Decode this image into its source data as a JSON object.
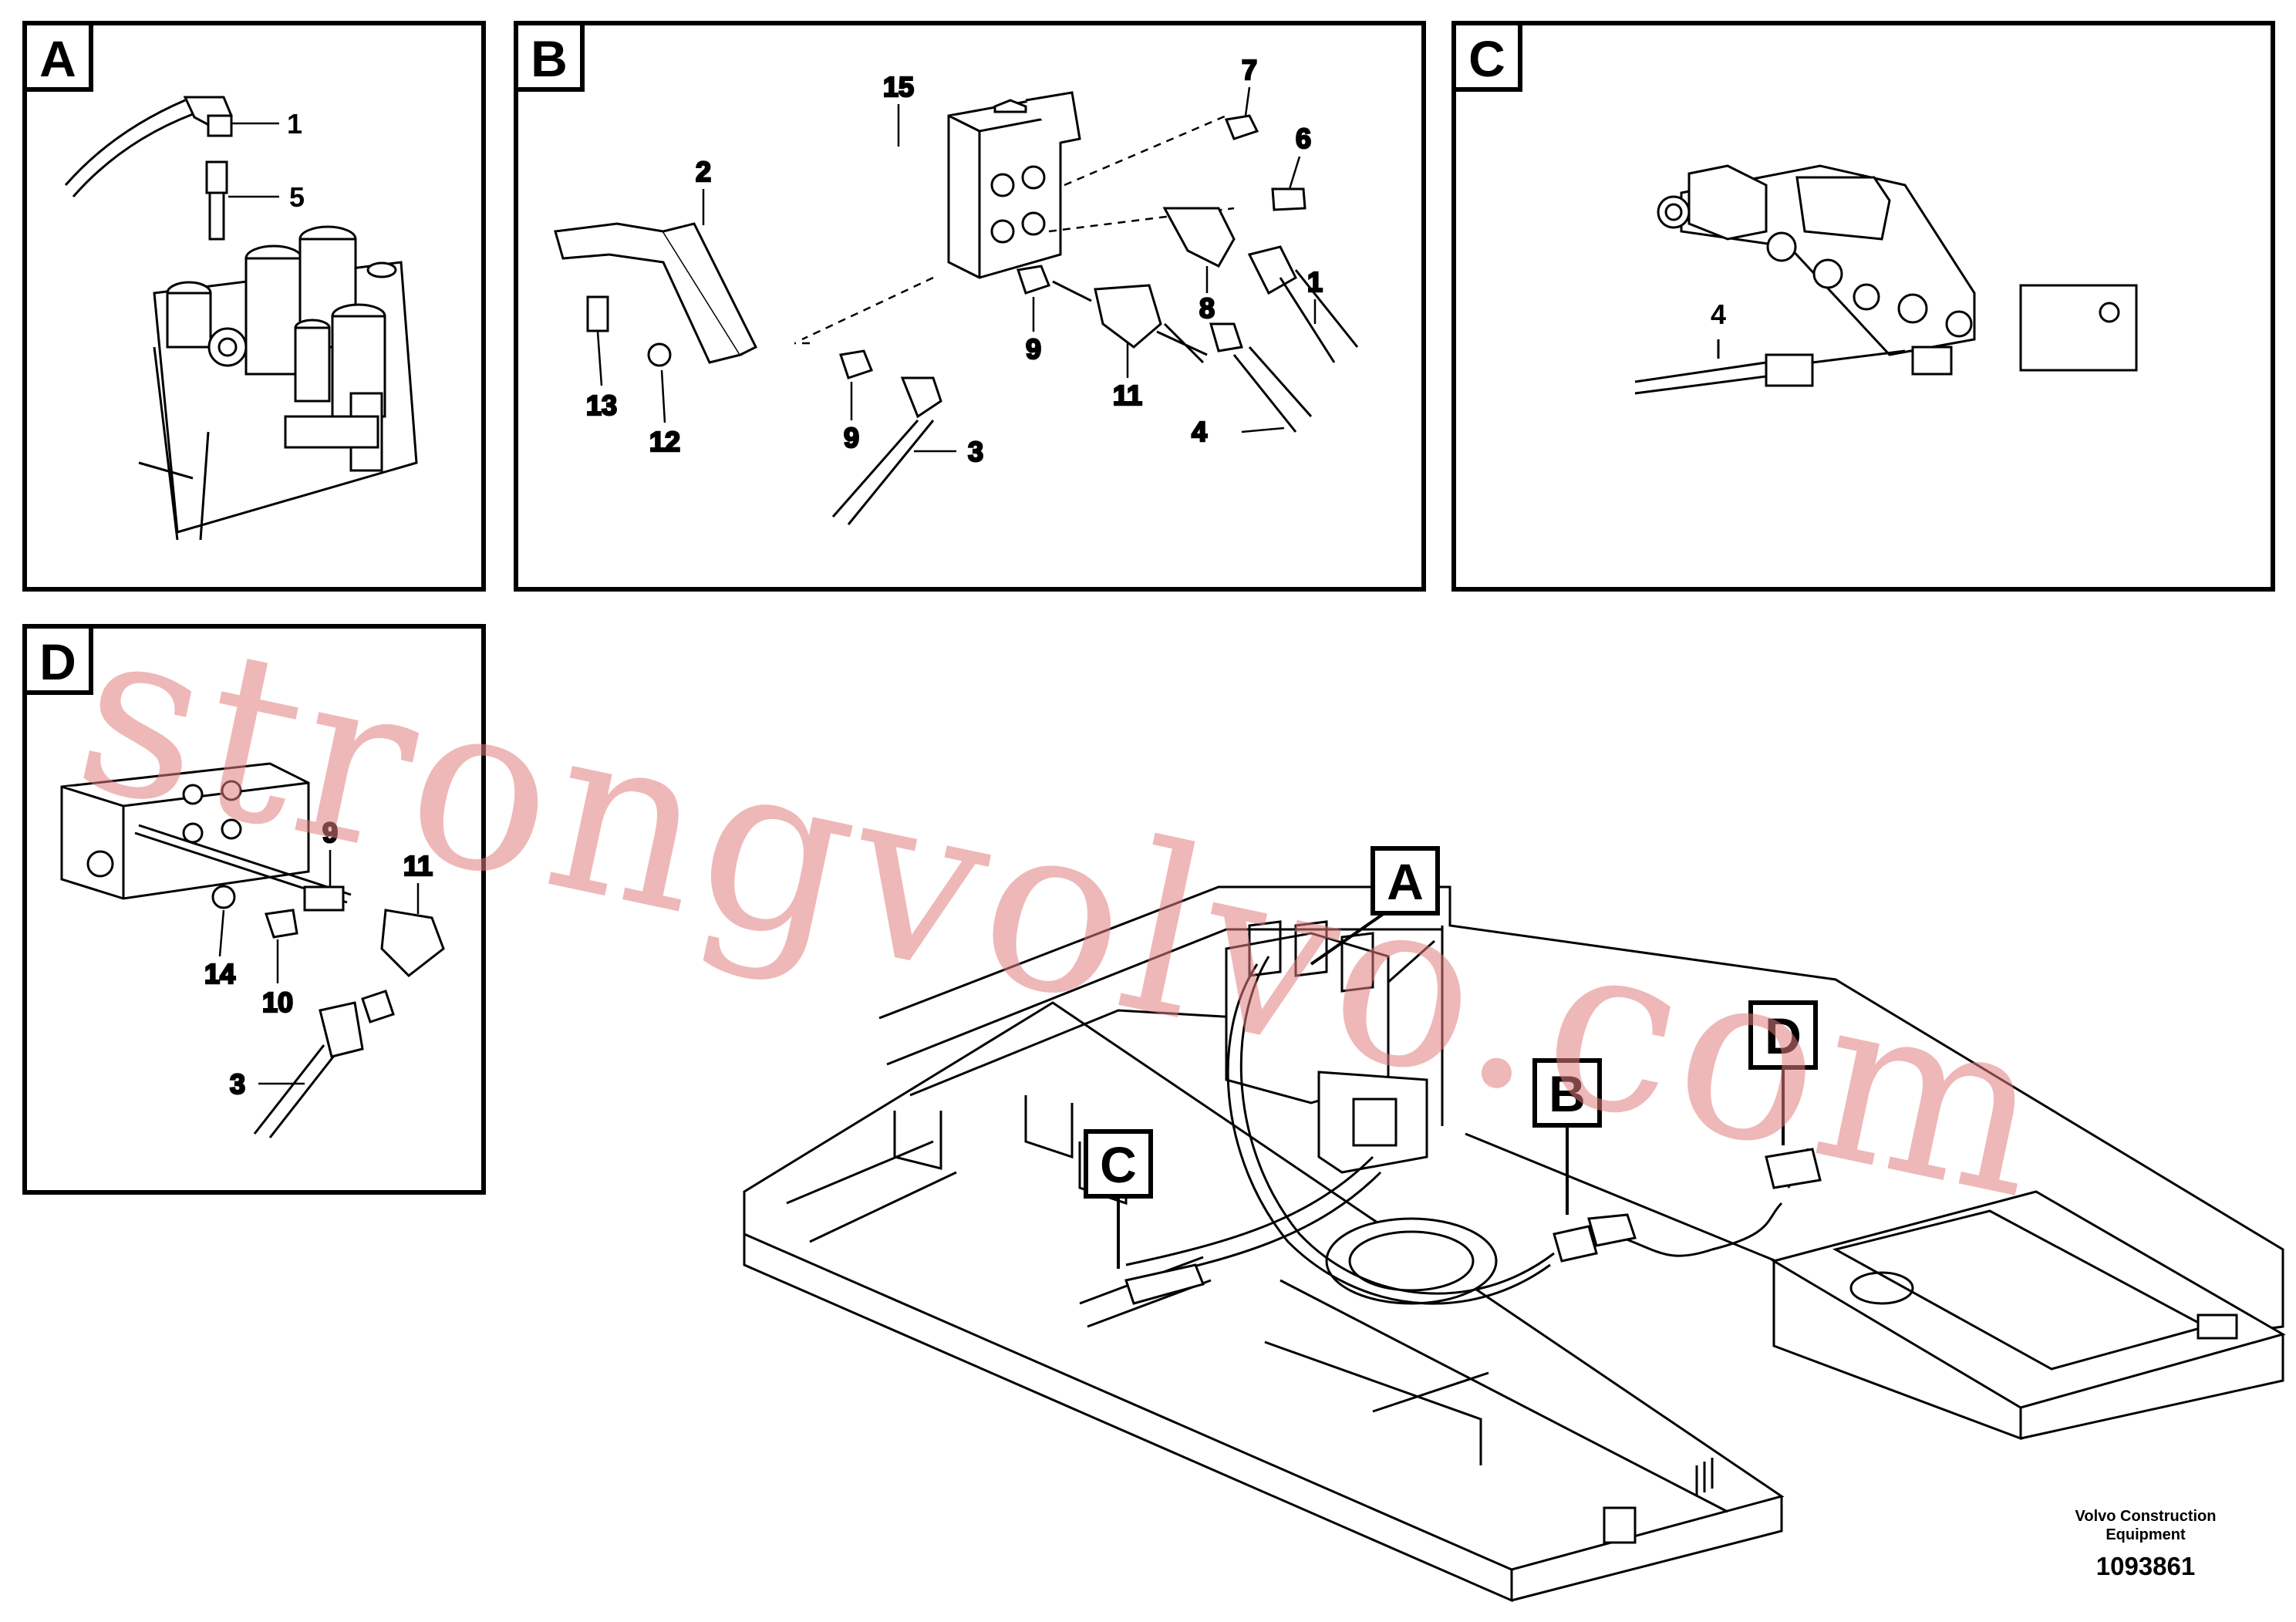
{
  "panels": [
    {
      "id": "A",
      "tag": "A"
    },
    {
      "id": "B",
      "tag": "B"
    },
    {
      "id": "C",
      "tag": "C"
    },
    {
      "id": "D",
      "tag": "D"
    }
  ],
  "callouts": {
    "A": [
      "1",
      "5"
    ],
    "B": [
      "15",
      "7",
      "6",
      "2",
      "1",
      "8",
      "9",
      "11",
      "13",
      "12",
      "9",
      "3",
      "4"
    ],
    "C": [
      "4"
    ],
    "D": [
      "9",
      "11",
      "14",
      "10",
      "3"
    ]
  },
  "main_tags": [
    "A",
    "B",
    "C",
    "D"
  ],
  "watermark": "strongvolvo.com",
  "footer": {
    "company_line1": "Volvo Construction",
    "company_line2": "Equipment",
    "drawing_id": "1093861"
  },
  "colors": {
    "line": "#000000",
    "watermark": "#e07d7d",
    "background": "#ffffff"
  }
}
